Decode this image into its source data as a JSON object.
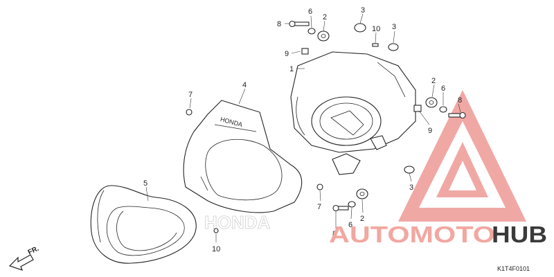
{
  "diagram": {
    "callouts": [
      {
        "id": "c8a",
        "text": "8"
      },
      {
        "id": "c6a",
        "text": "6"
      },
      {
        "id": "c2a",
        "text": "2"
      },
      {
        "id": "c3a",
        "text": "3"
      },
      {
        "id": "c10a",
        "text": "10"
      },
      {
        "id": "c3b",
        "text": "3"
      },
      {
        "id": "c9a",
        "text": "9"
      },
      {
        "id": "c1",
        "text": "1"
      },
      {
        "id": "c4",
        "text": "4"
      },
      {
        "id": "c7a",
        "text": "7"
      },
      {
        "id": "c2b",
        "text": "2"
      },
      {
        "id": "c6b",
        "text": "6"
      },
      {
        "id": "c8b",
        "text": "8"
      },
      {
        "id": "c9b",
        "text": "9"
      },
      {
        "id": "c3c",
        "text": "3"
      },
      {
        "id": "c5",
        "text": "5"
      },
      {
        "id": "c7b",
        "text": "7"
      },
      {
        "id": "c2c",
        "text": "2"
      },
      {
        "id": "c6c",
        "text": "6"
      },
      {
        "id": "c8c",
        "text": "8"
      },
      {
        "id": "c10b",
        "text": "10"
      }
    ],
    "front_arrow_label": "FR.",
    "diagram_code": "K1T4F0101",
    "embossed_logo": "HONDA"
  },
  "watermark": {
    "text_part1": "AUTOMOTO",
    "text_part2": "HUB",
    "accent_color": "#e0413a",
    "dark_color": "#3a3a3a"
  }
}
